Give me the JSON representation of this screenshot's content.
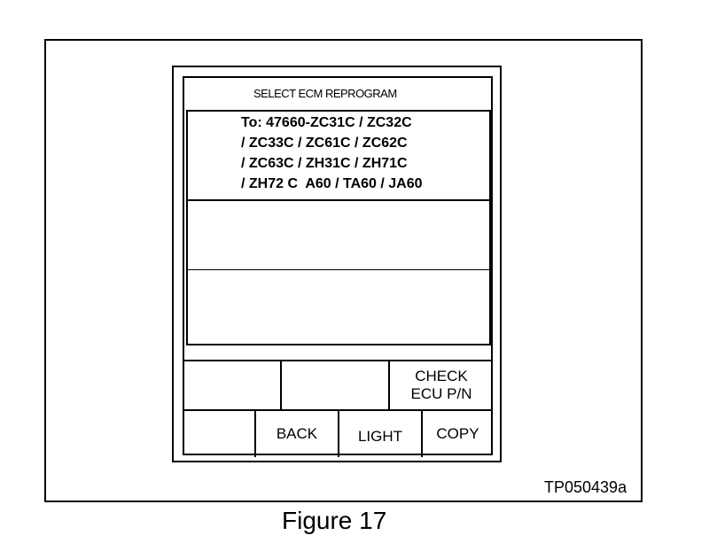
{
  "screen": {
    "title": "SELECT ECM REPROGRAM",
    "program_lines": [
      "To: 47660-ZC31C / ZC32C",
      "/ ZC33C / ZC61C / ZC62C",
      "/ ZC63C / ZH31C / ZH71C",
      "/ ZH72 C  A60 / TA60 / JA60"
    ]
  },
  "buttons_row1": {
    "blank1": "",
    "blank2": "",
    "check_ecu_line1": "CHECK",
    "check_ecu_line2": "ECU P/N"
  },
  "buttons_row2": {
    "blank": "",
    "back": "BACK",
    "light": "LIGHT",
    "copy": "COPY"
  },
  "figure": {
    "id_tag": "TP050439a",
    "caption": "Figure 17"
  }
}
